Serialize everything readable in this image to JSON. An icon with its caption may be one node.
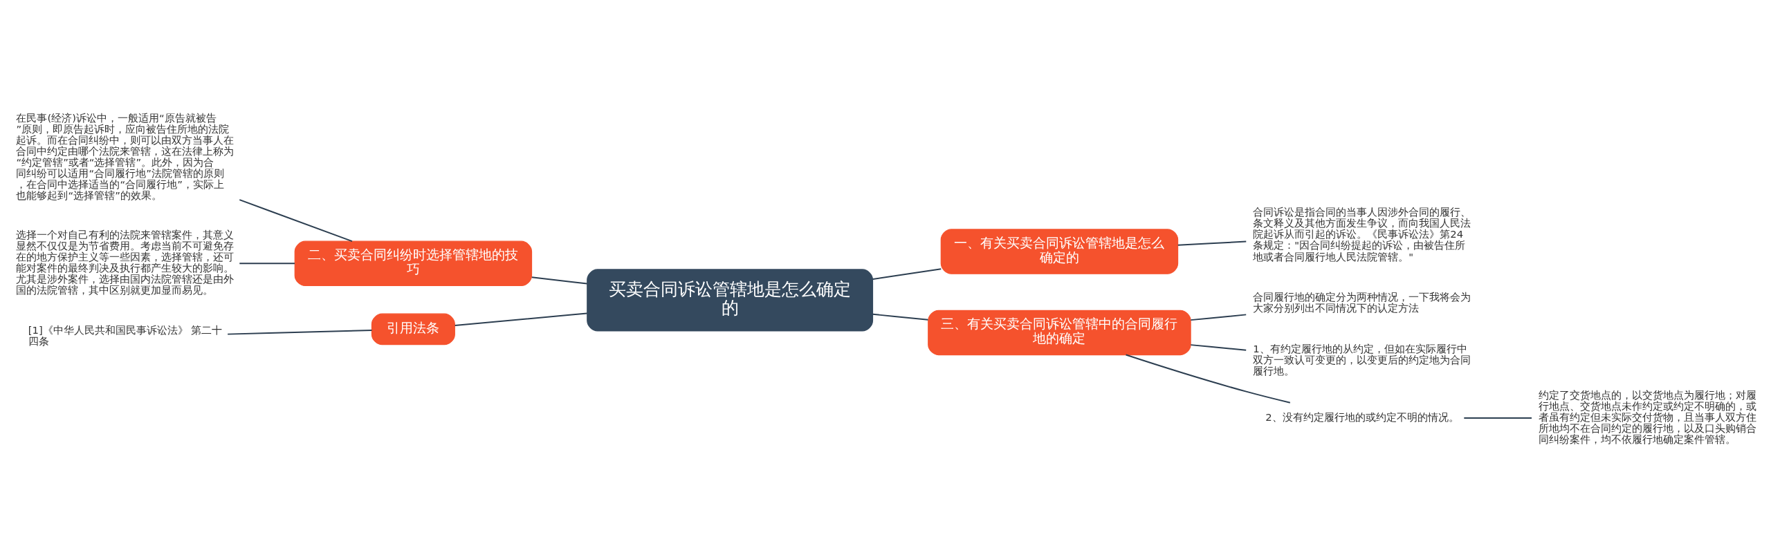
{
  "diagram": {
    "nodes": [
      {
        "text": [
          "买卖合同诉讼管辖地是怎么确定的"
        ]
      },
      {
        "text": [
          "二、买卖合同纠纷时选择管辖地的技巧"
        ]
      },
      {
        "text": [
          "在民事(经济)诉讼中，一般适用“原告就被告”原则，即原告起诉时，应向被告住所地的法院起诉。而在合同纠纷中，则可以由双方当事人在合同中约定由哪个法院来管辖，这在法律上称为“约定管辖”或者“选择管辖”。此外，因为合同纠纷可以适用“合同履行地”法院管辖的原则，在合同中选择适当的“合同履行地”，实际上也能够起到“选择管辖”的效果。"
        ]
      },
      {
        "text": [
          "选择一个对自己有利的法院来管辖案件，其意义显然不仅仅是为节省费用。考虑当前不可避免存在的地方保护主义等一些因素，选择管辖，还可能对案件的最终判决及执行都产生较大的影响。尤其是涉外案件，选择由国内法院管辖还是由外国的法院管辖，其中区别就更加显而易见。"
        ]
      },
      {
        "text": [
          "一、有关买卖合同诉讼管辖地是怎么确定的"
        ]
      },
      {
        "text": [
          "合同诉讼是指合同的当事人因涉外合同的履行、条文释义及其他方面发生争议，而向我国人民法院起诉从而引起的诉讼。《民事诉讼法》第24条规定：\"因合同纠纷提起的诉讼，由被告住所地或者合同履行地人民法院管辖。\""
        ]
      },
      {
        "text": [
          "三、有关买卖合同诉讼管辖中的合同履行地的确定"
        ]
      },
      {
        "text": [
          "合同履行地的确定分为两种情况，一下我将会为大家分别列出不同情况下的认定方法"
        ]
      },
      {
        "text": [
          "1、有约定履行地的从约定，但如在实际履行中双方一致认可变更的，以变更后的约定地为合同履行地。"
        ]
      },
      {
        "text": [
          "2、没有约定履行地的或约定不明的情况。"
        ]
      },
      {
        "text": [
          "约定了交货地点的，以交货地点为履行地；对履行地点、交货地点未作约定或约定不明确的，或者虽有约定但未实际交付货物，且当事人双方住所地均不在合同约定的履行地，以及口头购销合同纠纷案件，均不依履行地确定案件管辖。"
        ]
      },
      {
        "text": [
          "引用法条"
        ]
      },
      {
        "text": [
          "[1]《中华人民共和国民事诉讼法》 第二十四条"
        ]
      }
    ],
    "edges": [
      {
        "from": 2,
        "to": 1,
        "arrow": "none"
      },
      {
        "from": 3,
        "to": 1,
        "arrow": "none"
      },
      {
        "from": 1,
        "to": 0,
        "arrow": "none"
      },
      {
        "from": 0,
        "to": 4,
        "arrow": "none"
      },
      {
        "from": 4,
        "to": 5,
        "arrow": "none"
      },
      {
        "from": 0,
        "to": 6,
        "arrow": "none"
      },
      {
        "from": 6,
        "to": 7,
        "arrow": "none"
      },
      {
        "from": 6,
        "to": 8,
        "arrow": "none"
      },
      {
        "from": 6,
        "to": 9,
        "arrow": "none"
      },
      {
        "from": 9,
        "to": 10,
        "arrow": "none"
      },
      {
        "from": 12,
        "to": 11,
        "arrow": "none"
      },
      {
        "from": 11,
        "to": 0,
        "arrow": "none"
      }
    ]
  }
}
